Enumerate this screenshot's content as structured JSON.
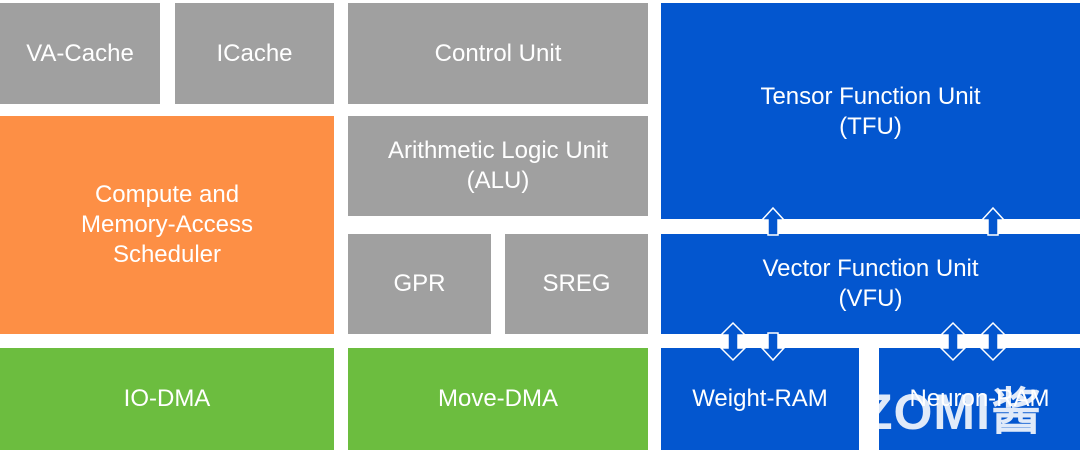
{
  "blocks": {
    "va_cache": "VA-Cache",
    "icache": "ICache",
    "control_unit": "Control Unit",
    "alu_line1": "Arithmetic Logic Unit",
    "alu_line2": "(ALU)",
    "scheduler_line1": "Compute and",
    "scheduler_line2": "Memory-Access",
    "scheduler_line3": "Scheduler",
    "gpr": "GPR",
    "sreg": "SREG",
    "tfu_line1": "Tensor Function Unit",
    "tfu_line2": "(TFU)",
    "vfu_line1": "Vector Function Unit",
    "vfu_line2": "(VFU)",
    "io_dma": "IO-DMA",
    "move_dma": "Move-DMA",
    "weight_ram": "Weight-RAM",
    "neuron_ram": "Neuron-RAM"
  },
  "watermark": "ZOMI酱",
  "colors": {
    "gray": "#a0a0a0",
    "orange": "#fd8f45",
    "green": "#6cbd3f",
    "blue": "#0356cf"
  }
}
